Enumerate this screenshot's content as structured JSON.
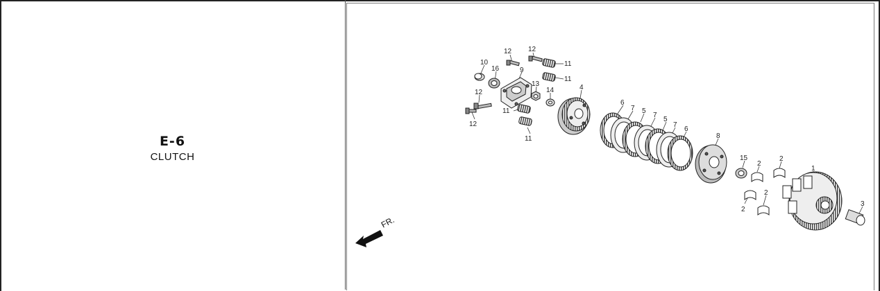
{
  "section": {
    "code": "E-6",
    "name": "CLUTCH"
  },
  "direction_label": "FR.",
  "callouts": [
    {
      "id": "c10a",
      "text": "10"
    },
    {
      "id": "c16",
      "text": "16"
    },
    {
      "id": "c12a",
      "text": "12"
    },
    {
      "id": "c12b",
      "text": "12"
    },
    {
      "id": "c9",
      "text": "9"
    },
    {
      "id": "c11a",
      "text": "11"
    },
    {
      "id": "c11b",
      "text": "11"
    },
    {
      "id": "c13",
      "text": "13"
    },
    {
      "id": "c14",
      "text": "14"
    },
    {
      "id": "c12c",
      "text": "12"
    },
    {
      "id": "c12d",
      "text": "12"
    },
    {
      "id": "c11c",
      "text": "11"
    },
    {
      "id": "c11d",
      "text": "11"
    },
    {
      "id": "c4",
      "text": "4"
    },
    {
      "id": "c6a",
      "text": "6"
    },
    {
      "id": "c7a",
      "text": "7"
    },
    {
      "id": "c5a",
      "text": "5"
    },
    {
      "id": "c7b",
      "text": "7"
    },
    {
      "id": "c5b",
      "text": "5"
    },
    {
      "id": "c7c",
      "text": "7"
    },
    {
      "id": "c6b",
      "text": "6"
    },
    {
      "id": "c8",
      "text": "8"
    },
    {
      "id": "c15",
      "text": "15"
    },
    {
      "id": "c2a",
      "text": "2"
    },
    {
      "id": "c2b",
      "text": "2"
    },
    {
      "id": "c1",
      "text": "1"
    },
    {
      "id": "c2c",
      "text": "2"
    },
    {
      "id": "c2d",
      "text": "2"
    },
    {
      "id": "c3",
      "text": "3"
    }
  ]
}
